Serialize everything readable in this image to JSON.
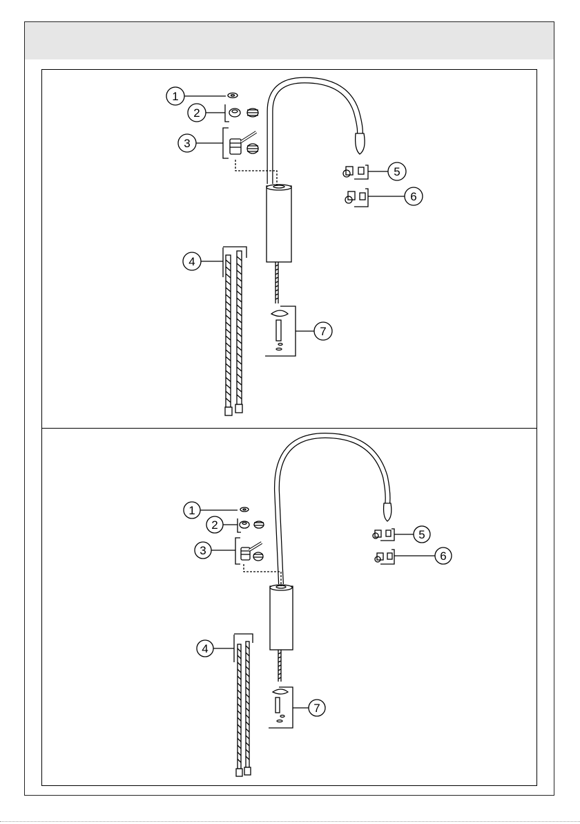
{
  "panels": [
    {
      "callouts": [
        {
          "label": "1"
        },
        {
          "label": "2"
        },
        {
          "label": "3"
        },
        {
          "label": "4"
        },
        {
          "label": "5"
        },
        {
          "label": "6"
        },
        {
          "label": "7"
        }
      ]
    },
    {
      "callouts": [
        {
          "label": "1"
        },
        {
          "label": "2"
        },
        {
          "label": "3"
        },
        {
          "label": "4"
        },
        {
          "label": "5"
        },
        {
          "label": "6"
        },
        {
          "label": "7"
        }
      ]
    }
  ],
  "colors": {
    "line": "#000000",
    "header": "#e6e6e6"
  }
}
